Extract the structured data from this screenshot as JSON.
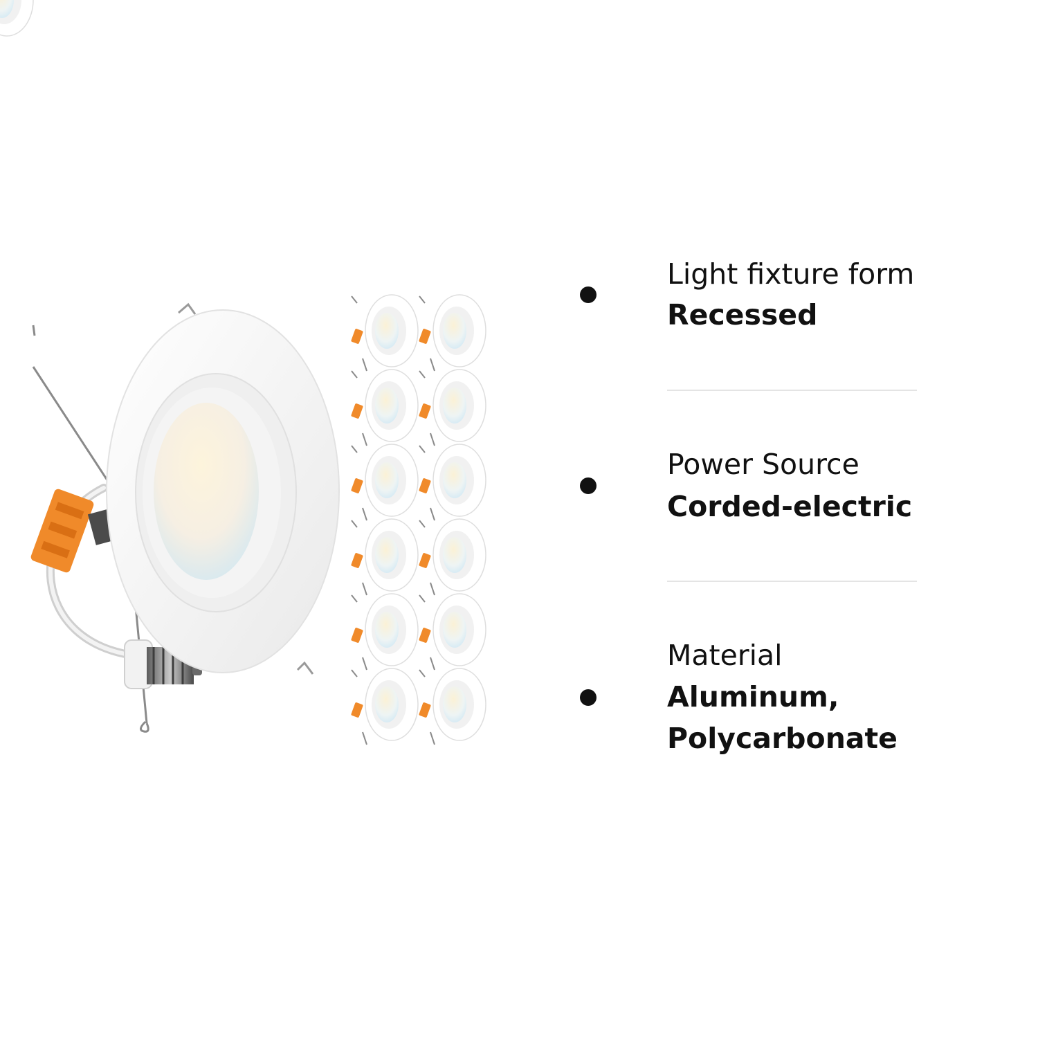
{
  "specs": [
    {
      "label": "Light fixture form",
      "value": "Recessed"
    },
    {
      "label": "Power Source",
      "value": "Corded-electric"
    },
    {
      "label": "Material",
      "value_line1": "Aluminum,",
      "value_line2": "Polycarbonate"
    }
  ],
  "colors": {
    "text": "#111111",
    "divider": "#e4e4e4",
    "connector": "#f08a2a",
    "fixture_white": "#ffffff",
    "glow_warm": "#fbefcf",
    "glow_cool": "#d6ecf6"
  },
  "icons": {
    "bullet": "filled-circle",
    "product": "recessed-downlight",
    "pack": "downlight-pack-12"
  },
  "pack": {
    "count": 12
  }
}
